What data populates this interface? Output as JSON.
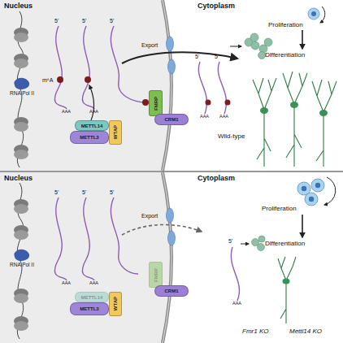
{
  "diagram": {
    "nodes": [
      {
        "text": [
          "RNA Pol II"
        ]
      },
      {
        "text": [
          "METTL14"
        ]
      },
      {
        "text": [
          "METTL3"
        ]
      },
      {
        "text": [
          "WTAP"
        ]
      },
      {
        "text": [
          "FMRP"
        ]
      },
      {
        "text": [
          "CRM1"
        ]
      },
      {
        "text": [
          "RNA Pol II"
        ]
      },
      {
        "text": [
          "METTL14"
        ]
      },
      {
        "text": [
          "METTL3"
        ]
      },
      {
        "text": [
          "WTAP"
        ]
      },
      {
        "text": [
          "FMRP"
        ]
      },
      {
        "text": [
          "CRM1"
        ]
      }
    ],
    "labels": [
      "Nucleus",
      "Cytoplasm",
      "5'",
      "5'",
      "5'",
      "m⁶A",
      "AAA",
      "AAA",
      "Export",
      "5'",
      "5'",
      "AAA",
      "AAA",
      "Proliferation",
      "Differentiation",
      "Wild-type",
      "Nucleus",
      "Cytoplasm",
      "5'",
      "5'",
      "5'",
      "AAA",
      "AAA",
      "Export",
      "5'",
      "AAA",
      "Proliferation",
      "Differentiation",
      "Fmr1 KO",
      "Mettl14 KO"
    ]
  }
}
